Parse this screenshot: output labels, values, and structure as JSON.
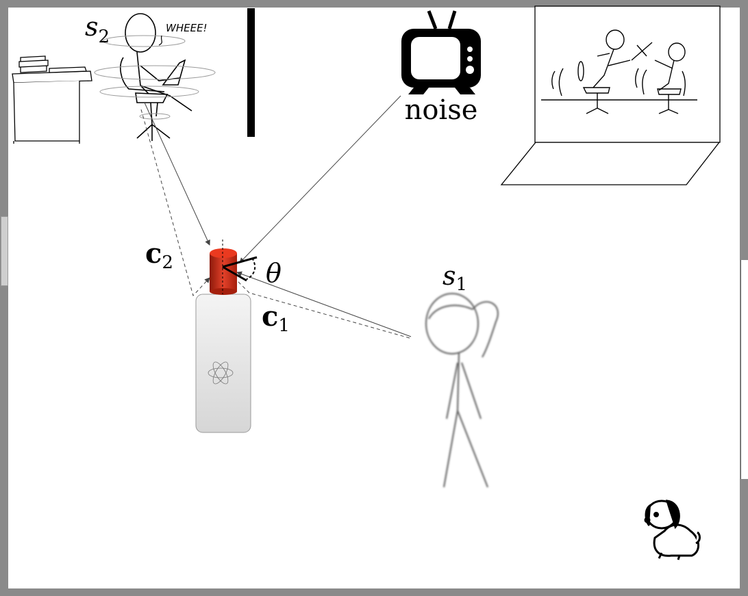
{
  "labels": {
    "s2_base": "s",
    "s2_sub": "2",
    "s1_base": "s",
    "s1_sub": "1",
    "c2_base": "c",
    "c2_sub": "2",
    "c1_base": "c",
    "c1_sub": "1",
    "theta": "θ",
    "noise": "noise",
    "speech": "WHEEE!"
  },
  "colors": {
    "frame": "#8a8a8a",
    "room": "#ffffff",
    "microphone": "#d8361a",
    "device": "#e8e8e8"
  },
  "icons": {
    "tv": "tv-icon",
    "dog": "dog-icon",
    "laptop": "laptop-icon",
    "atom": "atom-icon"
  }
}
